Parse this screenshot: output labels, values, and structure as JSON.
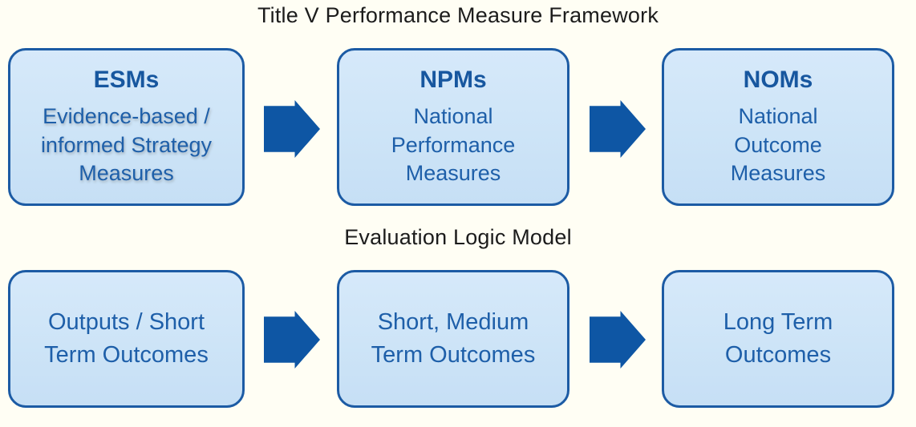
{
  "colors": {
    "page_bg": "#fffef4",
    "box_fill": "#cde4f7",
    "box_border": "#1c5ba4",
    "arrow_fill": "#0e56a4",
    "heading_text": "#17579f",
    "body_text": "#1e5fa9",
    "title_text": "#1c1c1c"
  },
  "icons": {
    "arrow": "right-block-arrow-icon"
  },
  "sections": [
    {
      "title": "Title V Performance Measure Framework",
      "boxes": [
        {
          "heading": "ESMs",
          "body": "Evidence-based /\ninformed Strategy\nMeasures"
        },
        {
          "heading": "NPMs",
          "body": "National\nPerformance\nMeasures"
        },
        {
          "heading": "NOMs",
          "body": "National\nOutcome\nMeasures"
        }
      ]
    },
    {
      "title": "Evaluation Logic Model",
      "boxes": [
        {
          "body": "Outputs / Short\nTerm Outcomes"
        },
        {
          "body": "Short, Medium\nTerm Outcomes"
        },
        {
          "body": "Long Term\nOutcomes"
        }
      ]
    }
  ]
}
